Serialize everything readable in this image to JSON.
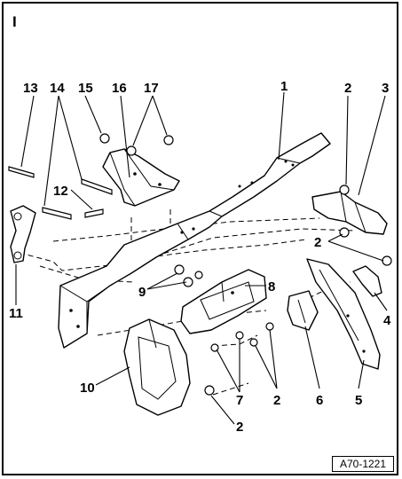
{
  "section_label": "I",
  "reference_code": "A70-1221",
  "callouts": [
    {
      "id": "c13",
      "text": "13"
    },
    {
      "id": "c14",
      "text": "14"
    },
    {
      "id": "c15",
      "text": "15"
    },
    {
      "id": "c16",
      "text": "16"
    },
    {
      "id": "c17",
      "text": "17"
    },
    {
      "id": "c1",
      "text": "1"
    },
    {
      "id": "c2a",
      "text": "2"
    },
    {
      "id": "c3",
      "text": "3"
    },
    {
      "id": "c12",
      "text": "12"
    },
    {
      "id": "c2b",
      "text": "2"
    },
    {
      "id": "c11",
      "text": "11"
    },
    {
      "id": "c9",
      "text": "9"
    },
    {
      "id": "c8",
      "text": "8"
    },
    {
      "id": "c4",
      "text": "4"
    },
    {
      "id": "c10",
      "text": "10"
    },
    {
      "id": "c7",
      "text": "7"
    },
    {
      "id": "c2c",
      "text": "2"
    },
    {
      "id": "c6",
      "text": "6"
    },
    {
      "id": "c5",
      "text": "5"
    },
    {
      "id": "c2d",
      "text": "2"
    }
  ]
}
